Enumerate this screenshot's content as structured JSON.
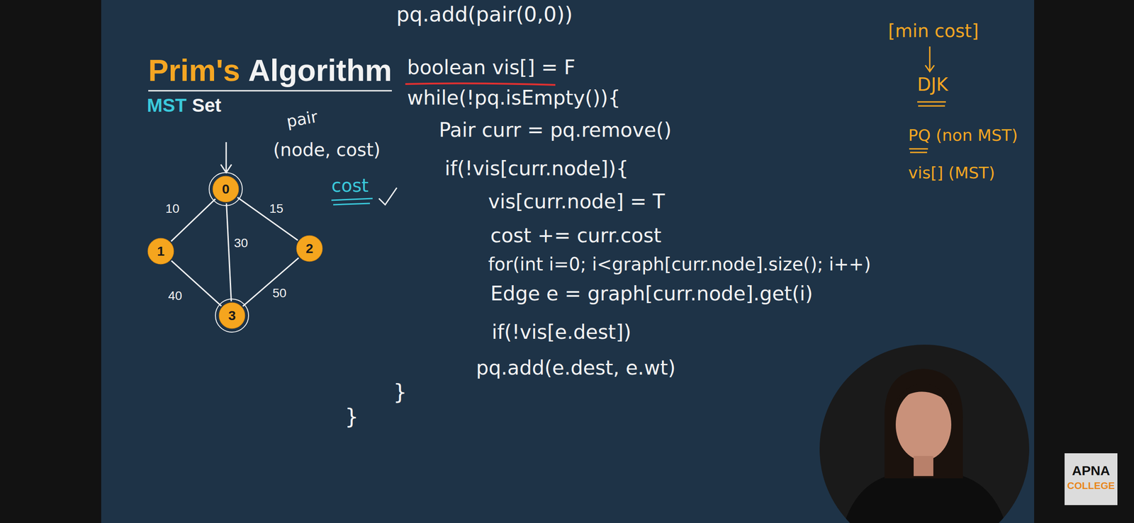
{
  "diagram": {
    "nodes": [
      {
        "text": [
          "0"
        ]
      },
      {
        "text": [
          "1"
        ]
      },
      {
        "text": [
          "2"
        ]
      },
      {
        "text": [
          "3"
        ]
      }
    ],
    "edges": [
      {
        "from": 0,
        "to": 1,
        "label": "10",
        "arrow": "none"
      },
      {
        "from": 0,
        "to": 2,
        "label": "15",
        "arrow": "none"
      },
      {
        "from": 0,
        "to": 3,
        "label": "30",
        "arrow": "none"
      },
      {
        "from": 1,
        "to": 3,
        "label": "40",
        "arrow": "none"
      },
      {
        "from": 3,
        "to": 2,
        "label": "50",
        "arrow": "none"
      }
    ],
    "labels": [
      "Prim's",
      "Algorithm",
      "MST",
      "Set",
      "pq.add(pair(0,0))",
      "boolean vis[] = F",
      "while(!pq.isEmpty()){",
      "pair",
      "(node, cost)",
      "Pair curr = pq.remove()",
      "if(!vis[curr.node]){",
      "cost",
      "vis[curr.node] = T",
      "cost += curr.cost",
      "for(int i=0; i<graph[curr.node].size(); i++)",
      "Edge e = graph[curr.node].get(i)",
      "if(!vis[e.dest])",
      "pq.add(e.dest, e.wt)",
      "}",
      "}",
      "[min cost]",
      "DJK",
      "PQ (non MST)",
      "vis[] (MST)",
      "APNA",
      "COLLEGE"
    ]
  }
}
